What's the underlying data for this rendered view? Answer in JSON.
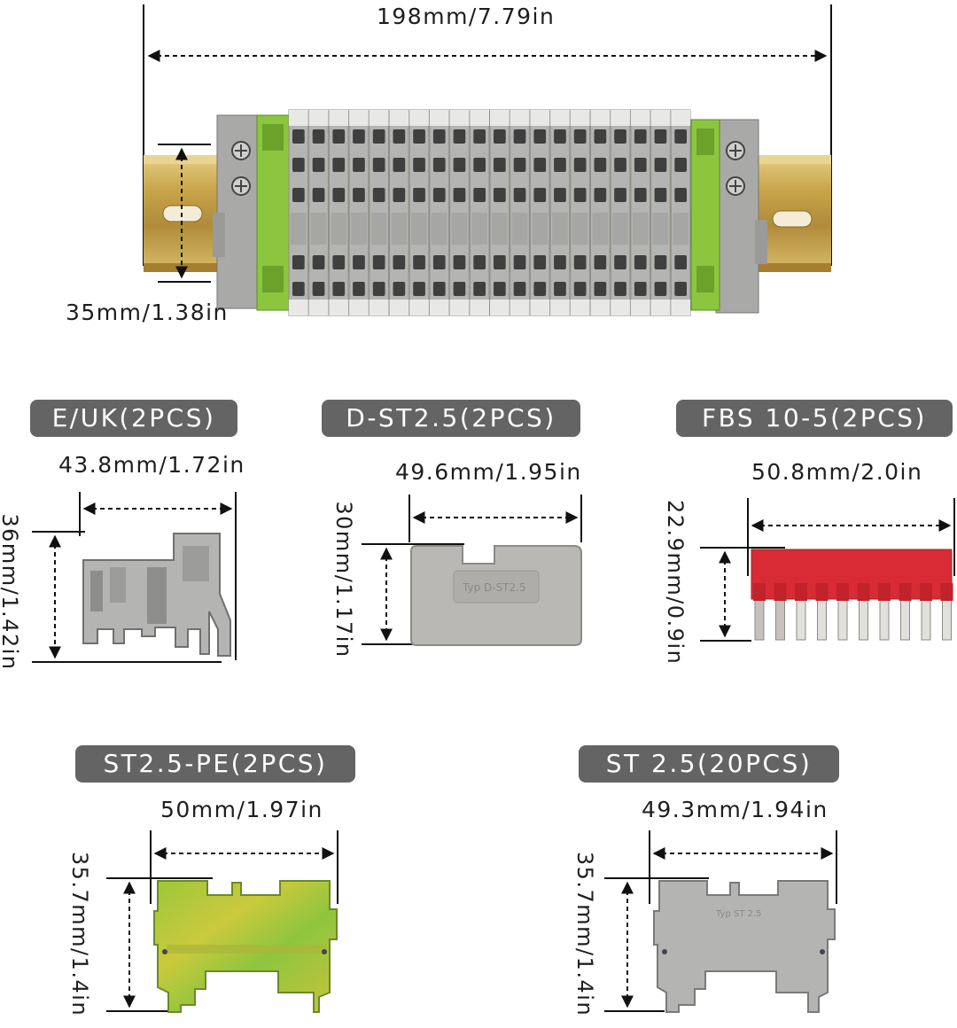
{
  "main_assembly": {
    "length_label": "198mm/7.79in",
    "height_label": "35mm/1.38in",
    "block_count": 20
  },
  "components": [
    {
      "name": "E/UK(2PCS)",
      "width": "43.8mm/1.72in",
      "height": "36mm/1.42in"
    },
    {
      "name": "D-ST2.5(2PCS)",
      "width": "49.6mm/1.95in",
      "height": "30mm/1.17in",
      "part_marking": "Typ D-ST2.5"
    },
    {
      "name": "FBS 10-5(2PCS)",
      "width": "50.8mm/2.0in",
      "height": "22.9mm/0.9in"
    },
    {
      "name": "ST2.5-PE(2PCS)",
      "width": "50mm/1.97in",
      "height": "35.7mm/1.4in"
    },
    {
      "name": "ST 2.5(20PCS)",
      "width": "49.3mm/1.94in",
      "height": "35.7mm/1.4in",
      "part_marking": "Typ ST 2.5"
    }
  ],
  "colors": {
    "label_bg": "#646464",
    "block_gray": "#b4b4b2",
    "block_white": "#e8e8e6",
    "pe_green": "#8cc63f",
    "pe_yellow": "#c9c83a",
    "bridge_red": "#d92b35",
    "rail_gold": "#c8a44a"
  },
  "icons": [
    "arrow-dimension-icon",
    "screw-icon"
  ]
}
